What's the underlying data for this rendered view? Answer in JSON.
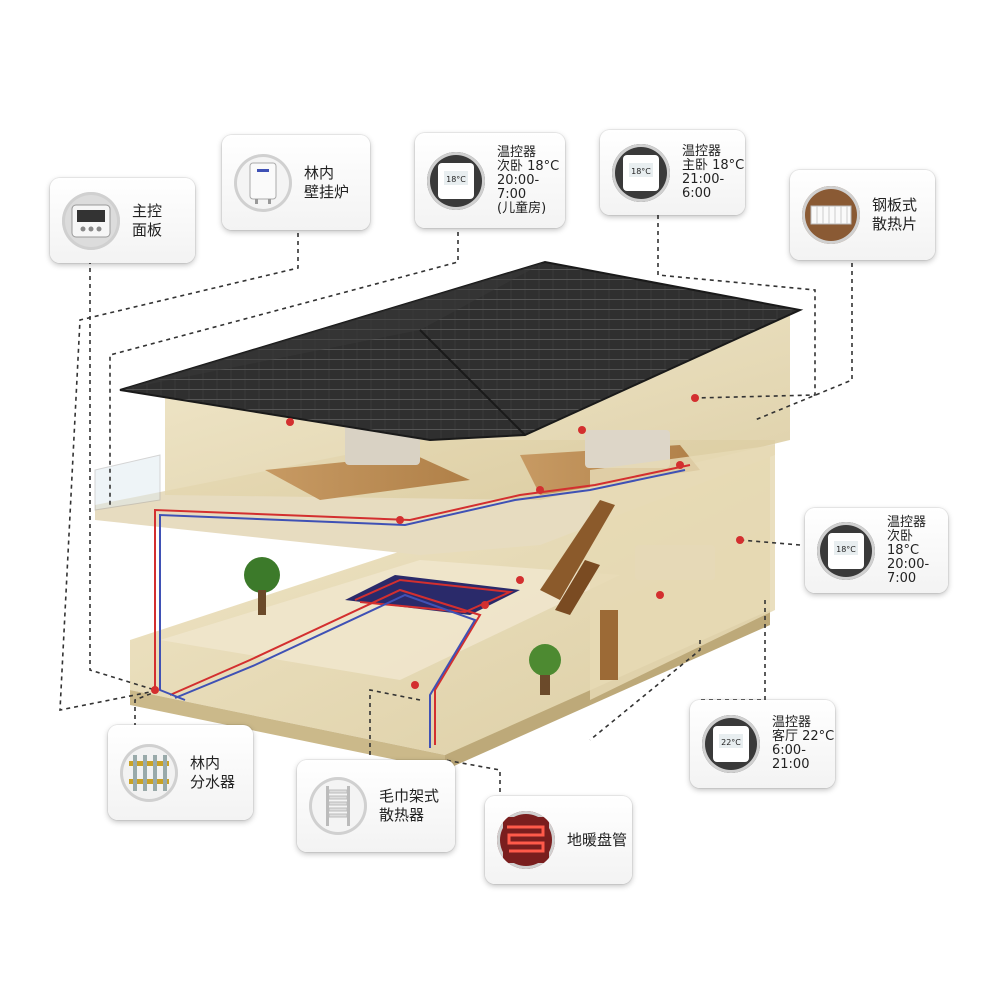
{
  "labels": {
    "main_panel": "主控\n面板",
    "boiler": "林内\n壁挂炉",
    "thermostat_kids": "温控器\n次卧 18°C\n20:00-7:00\n(儿童房)",
    "thermostat_master": "温控器\n主卧 18°C\n21:00-6:00",
    "radiator_steel": "钢板式\n散热片",
    "thermostat_second": "温控器\n次卧 18°C\n20:00-7:00",
    "thermostat_living": "温控器\n客厅 22°C\n6:00-21:00",
    "manifold": "林内\n分水器",
    "towel_radiator": "毛巾架式\n散热器",
    "floor_heating": "地暖盘管"
  },
  "thermostat_displays": {
    "kids": "18°C",
    "master": "18°C",
    "second": "18°C",
    "living": "22°C"
  },
  "colors": {
    "pipe_hot": "#d32f2f",
    "pipe_cold": "#3f51b5",
    "roof": "#2b2b2b",
    "wall": "#e8dcb8"
  }
}
